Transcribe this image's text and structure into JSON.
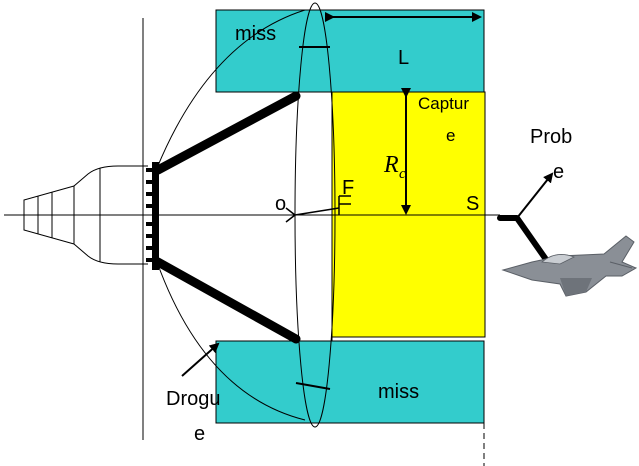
{
  "colors": {
    "miss_zone": "#33CCCC",
    "capture_zone": "#FFFF00",
    "line": "#000000",
    "aircraft": "#8a8f96"
  },
  "labels": {
    "miss_top": "miss",
    "miss_bottom": "miss",
    "length": "L",
    "capture_line1": "Captur",
    "capture_line2": "e",
    "radius_main": "R",
    "radius_sub": "c",
    "origin": "o",
    "force": "F",
    "point_s": "S",
    "probe_line1": "Prob",
    "probe_line2": "e",
    "drogue_line1": "Drogu",
    "drogue_line2": "e"
  },
  "icons": {
    "aircraft": "fighter-jet-icon"
  }
}
